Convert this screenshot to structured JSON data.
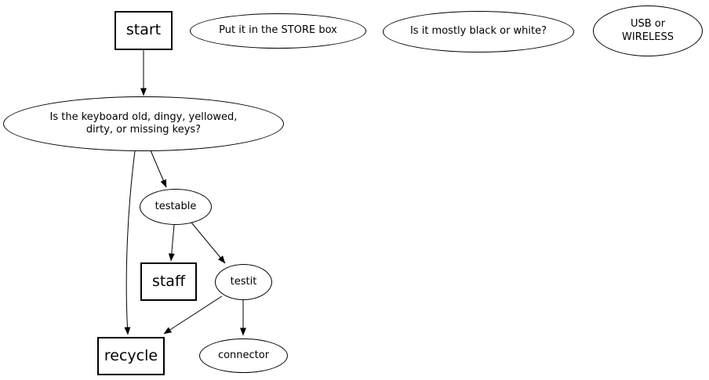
{
  "diagram": {
    "type": "flowchart",
    "colors": {
      "background": "#ffffff",
      "stroke": "#000000",
      "text": "#000000"
    },
    "nodes": {
      "start": {
        "shape": "box",
        "label": "start"
      },
      "store_box": {
        "shape": "ellipse",
        "label": "Put it in the STORE box"
      },
      "black_or_white": {
        "shape": "ellipse",
        "label": "Is it mostly black or white?"
      },
      "usb_or_wireless": {
        "shape": "ellipse",
        "lines": [
          "USB or",
          "WIRELESS"
        ]
      },
      "keyboard_question": {
        "shape": "ellipse",
        "lines": [
          "Is the keyboard old, dingy, yellowed,",
          "dirty, or missing keys?"
        ]
      },
      "testable": {
        "shape": "ellipse",
        "label": "testable"
      },
      "staff": {
        "shape": "box",
        "label": "staff"
      },
      "testit": {
        "shape": "ellipse",
        "label": "testit"
      },
      "recycle": {
        "shape": "box",
        "label": "recycle"
      },
      "connector": {
        "shape": "ellipse",
        "label": "connector"
      }
    },
    "edges": [
      {
        "from": "start",
        "to": "keyboard_question"
      },
      {
        "from": "keyboard_question",
        "to": "testable"
      },
      {
        "from": "keyboard_question",
        "to": "recycle"
      },
      {
        "from": "testable",
        "to": "staff"
      },
      {
        "from": "testable",
        "to": "testit"
      },
      {
        "from": "testit",
        "to": "recycle"
      },
      {
        "from": "testit",
        "to": "connector"
      }
    ]
  }
}
